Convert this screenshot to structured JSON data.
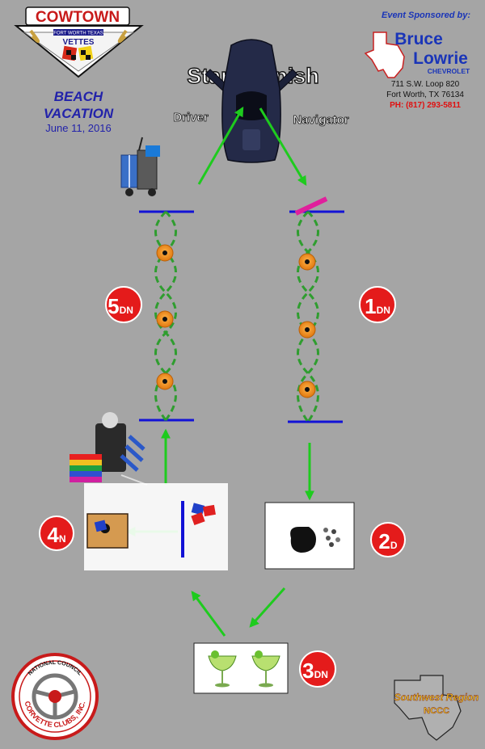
{
  "logo": {
    "title": "COWTOWN",
    "banner": "FORT WORTH TEXAS",
    "brand": "VETTES"
  },
  "event": {
    "line1": "BEACH",
    "line2": "VACATION",
    "date": "June 11, 2016"
  },
  "sponsor": {
    "heading": "Event Sponsored by:",
    "name1": "Bruce",
    "name2": "Lowrie",
    "make": "CHEVROLET",
    "address1": "711 S.W. Loop 820",
    "address2": "Fort Worth, TX  76134",
    "phone": "PH: (817) 293-5811"
  },
  "course": {
    "start_finish": "Start / Finish",
    "driver": "Driver",
    "navigator": "Navigator"
  },
  "stations": [
    {
      "number": "1",
      "suffix": "DN"
    },
    {
      "number": "2",
      "suffix": "D"
    },
    {
      "number": "3",
      "suffix": "DN"
    },
    {
      "number": "4",
      "suffix": "N"
    },
    {
      "number": "5",
      "suffix": "DN"
    }
  ],
  "ncc_seal": {
    "top": "NATIONAL COUNCIL",
    "bottom": "CORVETTE CLUBS, INC."
  },
  "region_logo": {
    "line1": "Southwest Region",
    "line2": "NCCC"
  },
  "colors": {
    "background": "#a5a5a5",
    "arrow_green": "#1ecb1e",
    "dash_green": "#2f9d2f",
    "line_blue": "#1212d6",
    "gate_magenta": "#e0209c",
    "badge_red": "#e41b1b",
    "cone_orange": "#f29020",
    "event_blue": "#2222aa",
    "sponsor_blue": "#1a35b8",
    "phone_red": "#e01010"
  }
}
